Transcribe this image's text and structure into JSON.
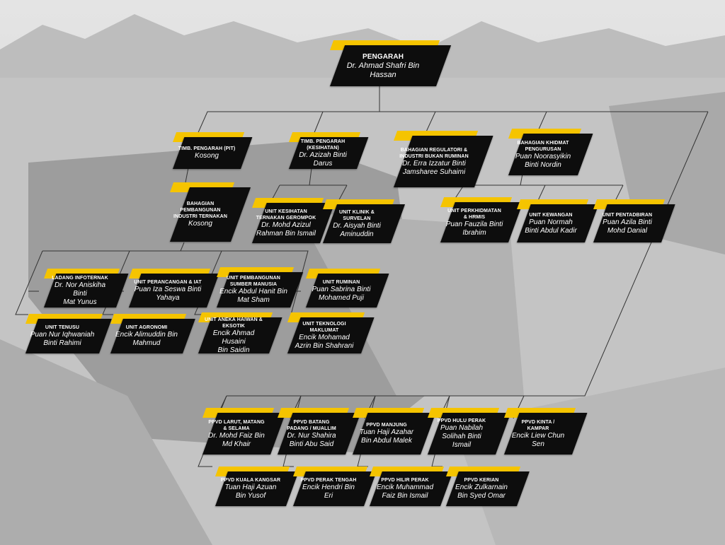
{
  "colors": {
    "accent": "#f5c400",
    "box": "#0d0d0d",
    "text": "#ffffff",
    "line": "#333333"
  },
  "nodes": {
    "pengarah": {
      "title": "PENGARAH",
      "name": "Dr. Ahmad Shafri Bin Hassan"
    },
    "timb_pit": {
      "title": "TIMB. PENGARAH (PIT)",
      "name": "Kosong"
    },
    "timb_kesihatan": {
      "title": "TIMB. PENGARAH\n(KESIHATAN)",
      "name": "Dr. Azizah Binti Darus"
    },
    "bah_regulatori": {
      "title": "BAHAGIAN REGULATORI &\nINDUSTRI BUKAN RUMINAN",
      "name": "Dr. Erra Izzatur Binti\nJamsharee Suhaimi"
    },
    "bah_khidmat": {
      "title": "BAHAGIAN KHIDMAT\nPENGURUSAN",
      "name": "Puan Noorasyikin\nBinti Nordin"
    },
    "bah_pembangunan": {
      "title": "BAHAGIAN\nPEMBANGUNAN\nINDUSTRI TERNAKAN",
      "name": "Kosong"
    },
    "unit_gerompok": {
      "title": "UNIT KESIHATAN\nTERNAKAN GEROMPOK",
      "name": "Dr. Mohd Azizul\nRahman Bin Ismail"
    },
    "unit_klinik": {
      "title": "UNIT KLINIK & SURVELAN",
      "name": "Dr. Aisyah Binti\nAminuddin"
    },
    "unit_perkhidmatan": {
      "title": "UNIT PERKHIDMATAN\n& HRMIS",
      "name": "Puan Fauzila Binti\nIbrahim"
    },
    "unit_kewangan": {
      "title": "UNIT KEWANGAN",
      "name": "Puan Normah\nBinti Abdul Kadir"
    },
    "unit_pentadbiran": {
      "title": "UNIT PENTADBIRAN",
      "name": "Puan Azila Binti\nMohd Danial"
    },
    "ladang": {
      "title": "LADANG INFOTERNAK",
      "name": "Dr. Nor Aniskiha Binti\nMat Yunus"
    },
    "unit_perancangan": {
      "title": "UNIT PERANCANGAN & IAT",
      "name": "Puan Iza Seswa Binti\nYahaya"
    },
    "unit_sumber": {
      "title": "UNIT PEMBANGUNAN\nSUMBER MANUSIA",
      "name": "Encik Abdul Hanit Bin\nMat Sham"
    },
    "unit_ruminan": {
      "title": "UNIT RUMINAN",
      "name": "Puan Sabrina Binti\nMohamed Puji"
    },
    "unit_tenusu": {
      "title": "UNIT TENUSU",
      "name": "Puan Nur Iqhwaniah\nBinti Rahimi"
    },
    "unit_agronomi": {
      "title": "UNIT AGRONOMI",
      "name": "Encik Alimuddin Bin\nMahmud"
    },
    "unit_aneka": {
      "title": "UNIT ANEKA HAIWAN &\nEKSOTIK",
      "name": "Encik Ahmad Husaini\nBin Saidin"
    },
    "unit_teknologi": {
      "title": "UNIT TEKNOLOGI\nMAKLUMAT",
      "name": "Encik Mohamad\nAzrin Bin Shahrani"
    },
    "ppvd_larut": {
      "title": "PPVD LARUT, MATANG\n& SELAMA",
      "name": "Dr. Mohd Faiz Bin\nMd Khair"
    },
    "ppvd_batang": {
      "title": "PPVD BATANG\nPADANG / MUALLIM",
      "name": "Dr. Nur Shahira\nBinti Abu Said"
    },
    "ppvd_manjung": {
      "title": "PPVD MANJUNG",
      "name": "Tuan Haji Azahar\nBin Abdul Malek"
    },
    "ppvd_hulu": {
      "title": "PPVD HULU PERAK",
      "name": "Puan Nabilah\nSolihah Binti\nIsmail"
    },
    "ppvd_kinta": {
      "title": "PPVD KINTA /\nKAMPAR",
      "name": "Encik Liew Chun\nSen"
    },
    "ppvd_kuala": {
      "title": "PPVD KUALA KANGSAR",
      "name": "Tuan Haji Azuan\nBin Yusof"
    },
    "ppvd_tengah": {
      "title": "PPVD PERAK TENGAH",
      "name": "Encik Hendri Bin\nEri"
    },
    "ppvd_hilir": {
      "title": "PPVD HILIR PERAK",
      "name": "Encik Muhammad\nFaiz Bin Ismail"
    },
    "ppvd_kerian": {
      "title": "PPVD KERIAN",
      "name": "Encik Zulkarnain\nBin Syed Omar"
    }
  }
}
